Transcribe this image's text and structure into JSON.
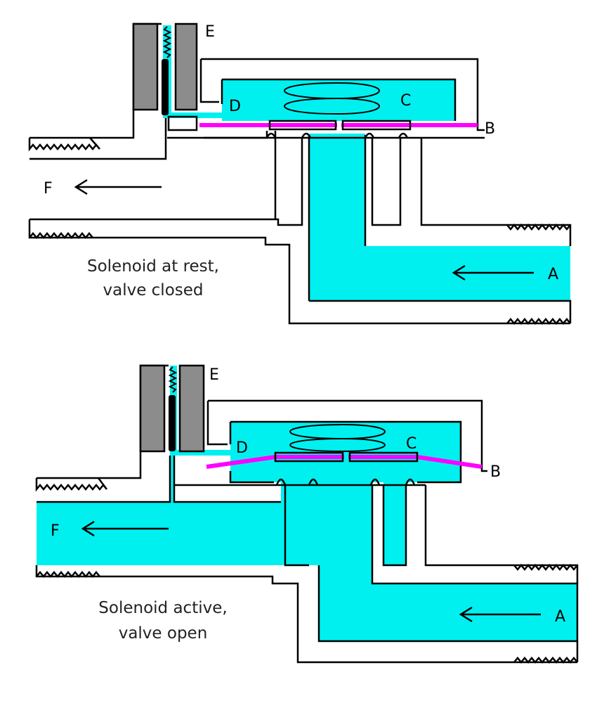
{
  "panels": [
    {
      "id": "closed",
      "caption_line1": "Solenoid at rest,",
      "caption_line2": "valve closed",
      "labels": {
        "A": "A",
        "B": "B",
        "C": "C",
        "D": "D",
        "E": "E",
        "F": "F"
      }
    },
    {
      "id": "open",
      "caption_line1": "Solenoid active,",
      "caption_line2": "valve open",
      "labels": {
        "A": "A",
        "B": "B",
        "C": "C",
        "D": "D",
        "E": "E",
        "F": "F"
      }
    }
  ],
  "colors": {
    "water": "#00f0f0",
    "diaphragm": "#ff00ff",
    "coil": "#8c8c8c",
    "line": "#000000"
  }
}
